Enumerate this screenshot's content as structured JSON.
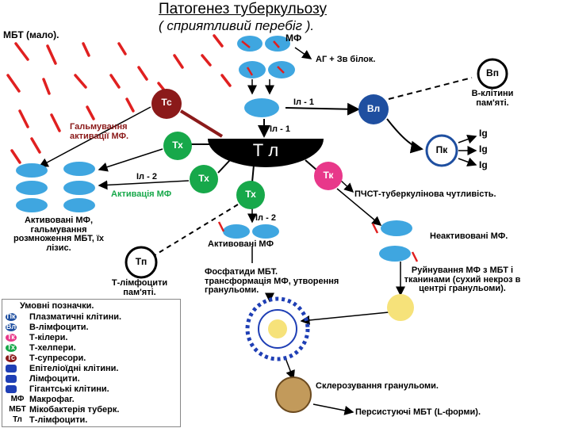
{
  "title": "Патогенез туберкульозу",
  "subtitle": "( сприятливий перебіг ).",
  "mbt_few": "МБТ (мало).",
  "mf": "МФ",
  "ag_protein": "АГ + Зв білок.",
  "il1_a": "Іл - 1",
  "il1_b": "Іл - 1",
  "il2_a": "Іл - 2",
  "il2_b": "Іл - 2",
  "b_memory": "В-клітини пам'яті.",
  "ig": [
    "Іg",
    "Іg",
    "Іg"
  ],
  "inhibition": "Гальмування активації МФ.",
  "activation": "Активація МФ",
  "hrt": "ПЧСТ-туберкулінова чутливість.",
  "activated_left": "Активовані МФ, гальмування розмноження МБТ, їх лізис.",
  "activated_mid": "Активовані МФ",
  "nonactivated": "Неактивовані МФ.",
  "destruction": "Руйнування МФ з МБТ і тканинами (сухий некроз в центрі гранульоми).",
  "phagocytosis": "Фосфатиди МБТ. трансформація МФ, утворення гранульоми.",
  "t_memory": "Т-лімфоцити пам'яті.",
  "sclerosis": "Склерозування гранульоми.",
  "persistent": "Персистуючі МБТ (L-форми).",
  "cells": {
    "tc": "Тс",
    "tx1": "Тх",
    "tx2": "Тх",
    "tx3": "Тх",
    "tk": "Тк",
    "tp": "Тп",
    "bp": "Вп",
    "bl": "Вл",
    "pk": "Пк",
    "tl": "Т л"
  },
  "legend": {
    "title": "Умовні позначки.",
    "rows": [
      {
        "abbr": "Пк",
        "text": "Плазматичні клітини."
      },
      {
        "abbr": "Вл",
        "text": "В-лімфоцити."
      },
      {
        "abbr": "Тк",
        "text": "Т-кілери."
      },
      {
        "abbr": "Тх",
        "text": "Т-хелпери."
      },
      {
        "abbr": "Тс",
        "text": "Т-супресори."
      },
      {
        "abbr": "",
        "text": "Епітеліоїдні клітини."
      },
      {
        "abbr": "",
        "text": "Лімфоцити."
      },
      {
        "abbr": "",
        "text": "Гігантські клітини."
      },
      {
        "abbr": "МФ",
        "text": "Макрофаг."
      },
      {
        "abbr": "МБТ",
        "text": "Мікобактерія туберк."
      },
      {
        "abbr": "Тл",
        "text": "Т-лімфоцити."
      }
    ]
  },
  "colors": {
    "tc": "#8b1a1a",
    "tx": "#17a84a",
    "tk": "#e8388a",
    "bl": "#1f4fa0",
    "mf": "#3fa6e0",
    "mbt": "#e02020",
    "epith": "#1f3fb5",
    "necrosis": "#f6e27a"
  }
}
